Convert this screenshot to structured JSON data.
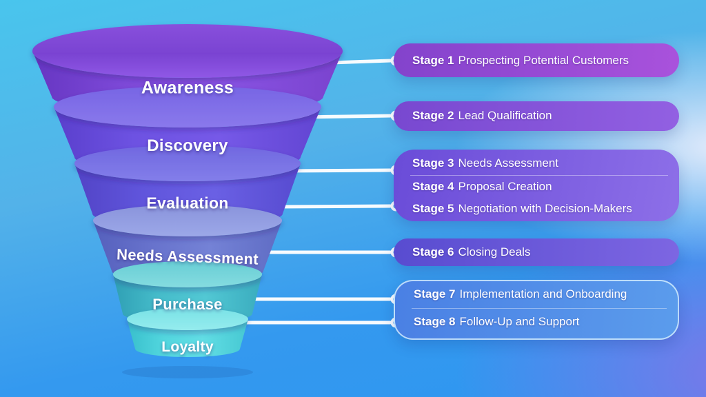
{
  "funnel": {
    "stages": [
      {
        "label": "Awareness",
        "side_color": "#7d49d8",
        "top_color": "#8850dc"
      },
      {
        "label": "Discovery",
        "side_color": "#6d52e2",
        "top_color": "#7765e4"
      },
      {
        "label": "Evaluation",
        "side_color": "#6055dc",
        "top_color": "#7068e0"
      },
      {
        "label": "Needs Assessment",
        "side_color": "#6772cc",
        "top_color": "#8a94dc"
      },
      {
        "label": "Purchase",
        "side_color": "#45bcca",
        "top_color": "#68ced5"
      },
      {
        "label": "Loyalty",
        "side_color": "#52d6de",
        "top_color": "#7ae2e6"
      }
    ]
  },
  "panel": {
    "boxes": [
      {
        "rows": [
          {
            "prefix": "Stage 1",
            "text": "Prospecting Potential Customers"
          }
        ]
      },
      {
        "rows": [
          {
            "prefix": "Stage 2",
            "text": "Lead Qualification"
          }
        ]
      },
      {
        "rows": [
          {
            "prefix": "Stage 3",
            "text": "Needs Assessment"
          },
          {
            "prefix": "Stage 4",
            "text": "Proposal Creation"
          },
          {
            "prefix": "Stage 5",
            "text": "Negotiation with Decision-Makers"
          }
        ]
      },
      {
        "rows": [
          {
            "prefix": "Stage 6",
            "text": "Closing Deals"
          }
        ]
      },
      {
        "rows": [
          {
            "prefix": "Stage 7",
            "text": "Implementation and Onboarding"
          },
          {
            "prefix": "Stage 8",
            "text": "Follow-Up and Support"
          }
        ]
      }
    ]
  },
  "colors": {
    "background_top": "#49c5ed",
    "background_bottom_left": "#2e96f0",
    "background_glow_right": "#eef0fc",
    "background_bottom_right": "#8872e8",
    "connector": "#ffffff",
    "box1": "#8343cc",
    "box2": "#7848d0",
    "box3": "#6a4cd8",
    "box6": "#584cd0",
    "box78": "#4a80e4",
    "text": "#ffffff"
  }
}
